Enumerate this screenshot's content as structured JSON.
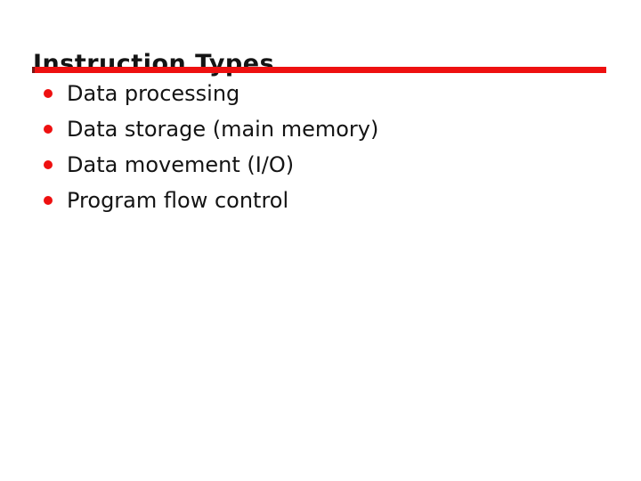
{
  "slide": {
    "title": "Instruction Types",
    "bullets": [
      "Data processing",
      "Data storage (main memory)",
      "Data movement (I/O)",
      "Program flow control"
    ]
  },
  "colors": {
    "accent_red": "#ee1010",
    "rule_cap_dark": "#7d1414",
    "text_black": "#141414",
    "background": "#ffffff"
  }
}
